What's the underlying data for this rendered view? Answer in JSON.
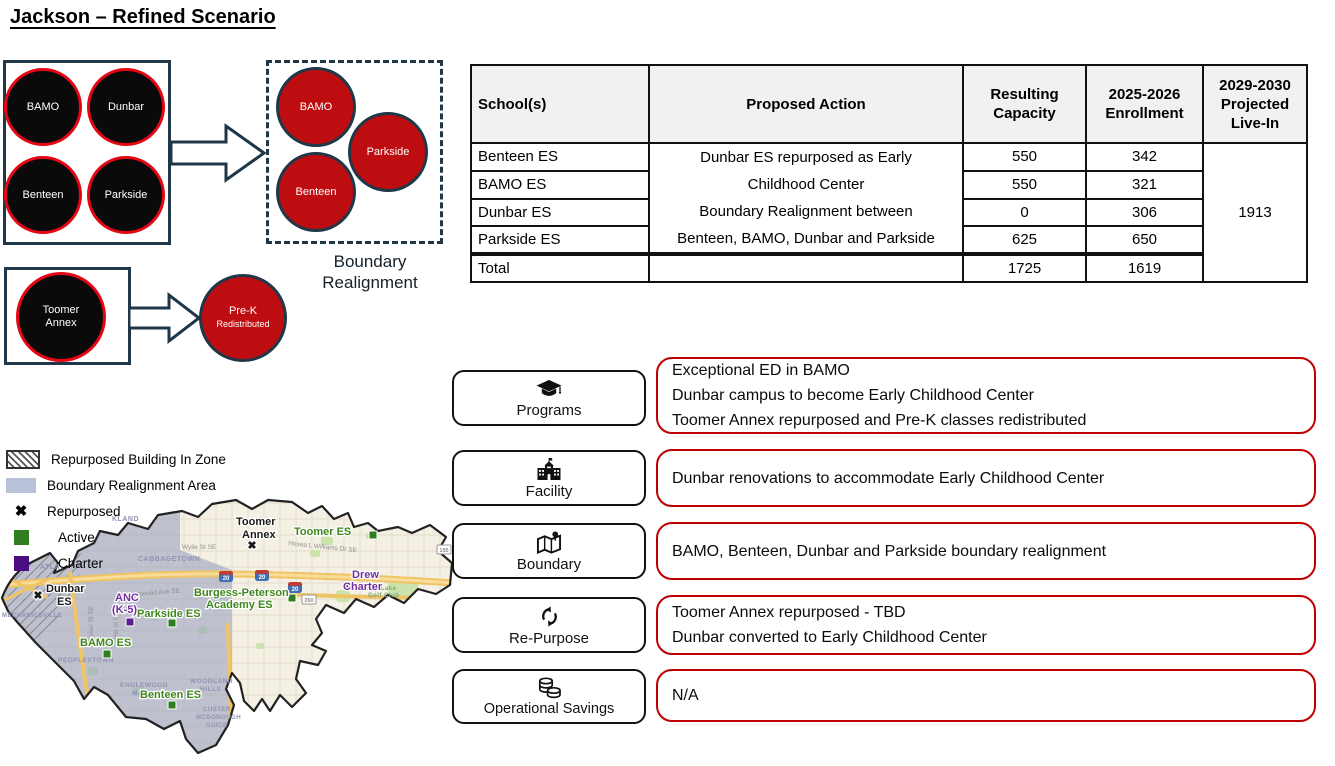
{
  "title": "Jackson – Refined Scenario",
  "diagram": {
    "before": [
      "BAMO",
      "Dunbar",
      "Benteen",
      "Parkside"
    ],
    "after": [
      "BAMO",
      "Parkside",
      "Benteen"
    ],
    "caption_line1": "Boundary",
    "caption_line2": "Realignment",
    "toomer_line1": "Toomer",
    "toomer_line2": "Annex",
    "prek_line1": "Pre-K",
    "prek_line2": "Redistributed"
  },
  "table": {
    "col_school": "School(s)",
    "col_action": "Proposed Action",
    "col_capacity": "Resulting Capacity",
    "col_enrollment": "2025-2026 Enrollment",
    "col_livein": "2029-2030 Projected Live-In",
    "rows": [
      {
        "school": "Benteen ES",
        "capacity": "550",
        "enrollment": "342"
      },
      {
        "school": "BAMO ES",
        "capacity": "550",
        "enrollment": "321"
      },
      {
        "school": "Dunbar ES",
        "capacity": "0",
        "enrollment": "306"
      },
      {
        "school": "Parkside ES",
        "capacity": "625",
        "enrollment": "650"
      }
    ],
    "action_lines": [
      "Dunbar ES repurposed as Early",
      "Childhood Center",
      "Boundary Realignment between",
      "Benteen, BAMO, Dunbar and Parkside"
    ],
    "projected_live_in": "1913",
    "total_label": "Total",
    "total_capacity": "1725",
    "total_enrollment": "1619"
  },
  "legend": {
    "repurposed_zone": "Repurposed Building In Zone",
    "realignment_area": "Boundary Realignment Area",
    "repurposed": "Repurposed",
    "active": "Active",
    "charter": "Charter"
  },
  "map": {
    "toomer_annex_1": "Toomer",
    "toomer_annex_2": "Annex",
    "toomer_es": "Toomer ES",
    "dunbar_1": "Dunbar",
    "dunbar_2": "ES",
    "burgess_1": "Burgess-Peterson",
    "burgess_2": "Academy ES",
    "drew_1": "Drew",
    "drew_2": "Charter",
    "anc_1": "ANC",
    "anc_2": "(K-5)",
    "parkside": "Parkside ES",
    "bamo": "BAMO ES",
    "benteen": "Benteen ES",
    "n_atlanta": "ATLA",
    "n_kland": "KLAND",
    "n_cabbagetown": "CABBAGETOWN",
    "n_mechanicsville": "MECHANICSVILLE",
    "n_peoplestown": "PEOPLESTOWN",
    "n_englewood_1": "ENGLEWOOD",
    "n_englewood_2": "MANOR",
    "n_woodland_1": "WOODLAND",
    "n_woodland_2": "HILLS",
    "n_custer_1": "CUSTER",
    "n_custer_2": "MCDONOUGH",
    "n_custer_3": "GUICE",
    "n_eastlake_1": "East Lake",
    "n_eastlake_2": "Golf Club",
    "s_wylie": "Wylie St SE",
    "s_hosea": "Hosea L Williams Dr SE",
    "s_glenwood": "Glenwood Ave SE",
    "s_fraser": "Fraser St SE",
    "s_hill": "Hill St SE",
    "shield_20": "20",
    "route_155": "155",
    "route_260": "260",
    "x_glyph": "✖"
  },
  "panels": [
    {
      "label": "Programs",
      "lines": [
        "Exceptional ED in BAMO",
        "Dunbar campus to become Early Childhood Center",
        "Toomer Annex repurposed and Pre-K classes redistributed"
      ]
    },
    {
      "label": "Facility",
      "lines": [
        "Dunbar renovations to accommodate Early Childhood Center"
      ]
    },
    {
      "label": "Boundary",
      "lines": [
        "BAMO, Benteen, Dunbar and Parkside boundary realignment"
      ]
    },
    {
      "label": "Re-Purpose",
      "lines": [
        "Toomer Annex repurposed - TBD",
        "Dunbar converted to Early Childhood Center"
      ]
    },
    {
      "label": "Operational Savings",
      "lines": [
        "N/A"
      ]
    }
  ],
  "colors": {
    "callout_red": "#C00000",
    "circle_red": "#BE0D11",
    "circle_black_border": "#E40613",
    "navy": "#1F3747",
    "active_green": "#2F7E20",
    "charter_purple": "#4B0E82",
    "realignment_blue": "#B9C1D8",
    "header_gray": "#F1F1F1"
  }
}
